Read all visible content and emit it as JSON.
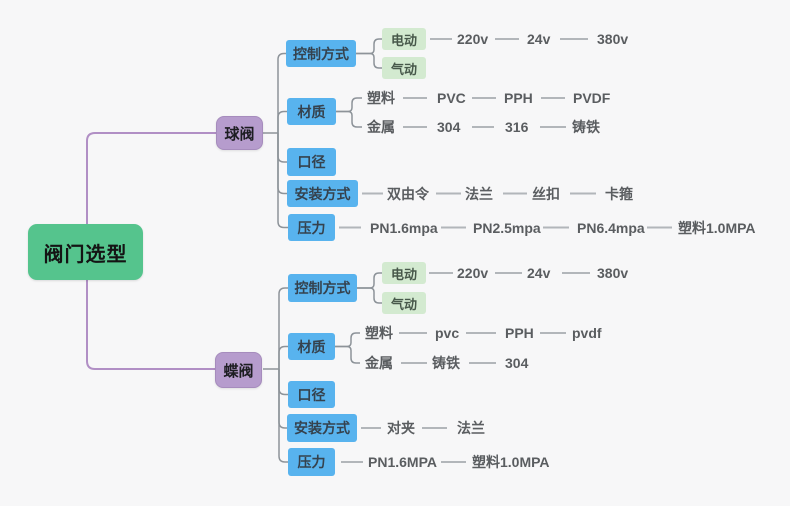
{
  "colors": {
    "bg": "#f7f7f8",
    "root_green": "#55c48d",
    "branch_purple": "#b69ccd",
    "branch_purple_border": "#a68cbd",
    "topic_blue": "#58b3ee",
    "leaf_green": "#d3ead0",
    "leaf_text": "#5a5d60",
    "line_purple": "#b18fc5",
    "line_gray": "#8d9399",
    "dash_gray": "#b2b6ba"
  },
  "root": {
    "label": "阀门选型"
  },
  "ball": {
    "label": "球阀",
    "control": {
      "label": "控制方式",
      "electric": {
        "label": "电动",
        "voltages": [
          "220v",
          "24v",
          "380v"
        ]
      },
      "pneumatic": {
        "label": "气动"
      }
    },
    "material": {
      "label": "材质",
      "plastic": {
        "label": "塑料",
        "types": [
          "PVC",
          "PPH",
          "PVDF"
        ]
      },
      "metal": {
        "label": "金属",
        "types": [
          "304",
          "316",
          "铸铁"
        ]
      }
    },
    "diameter": {
      "label": "口径"
    },
    "install": {
      "label": "安装方式",
      "types": [
        "双由令",
        "法兰",
        "丝扣",
        "卡箍"
      ]
    },
    "pressure": {
      "label": "压力",
      "types": [
        "PN1.6mpa",
        "PN2.5mpa",
        "PN6.4mpa",
        "塑料1.0MPA"
      ]
    }
  },
  "butterfly": {
    "label": "蝶阀",
    "control": {
      "label": "控制方式",
      "electric": {
        "label": "电动",
        "voltages": [
          "220v",
          "24v",
          "380v"
        ]
      },
      "pneumatic": {
        "label": "气动"
      }
    },
    "material": {
      "label": "材质",
      "plastic": {
        "label": "塑料",
        "types": [
          "pvc",
          "PPH",
          "pvdf"
        ]
      },
      "metal": {
        "label": "金属",
        "types": [
          "铸铁",
          "304"
        ]
      }
    },
    "diameter": {
      "label": "口径"
    },
    "install": {
      "label": "安装方式",
      "types": [
        "对夹",
        "法兰"
      ]
    },
    "pressure": {
      "label": "压力",
      "types": [
        "PN1.6MPA",
        "塑料1.0MPA"
      ]
    }
  }
}
